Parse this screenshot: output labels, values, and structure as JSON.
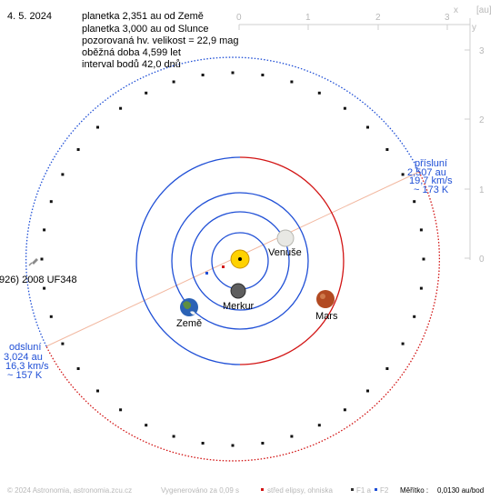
{
  "header": {
    "date": "4. 5. 2024",
    "lines": [
      "planetka 2,351 au od Země",
      "planetka 3,000 au od Slunce",
      "pozorovaná hv. velikost = 22,9 mag",
      "oběžná doba 4,599 let",
      "interval bodů 42,0 dnů"
    ]
  },
  "axes": {
    "top_ticks": [
      "0",
      "1",
      "2",
      "3"
    ],
    "top_x_label": "x",
    "unit": "[au]",
    "right_ticks": [
      "3",
      "2",
      "1",
      "0"
    ],
    "right_y_label": "y"
  },
  "planets": {
    "mercury": "Merkur",
    "venus": "Venuše",
    "earth": "Země",
    "mars": "Mars"
  },
  "asteroid": {
    "name": "926) 2008 UF348"
  },
  "perihelion": {
    "title": "přísluní",
    "dist": "2,507 au",
    "speed": "19,7 km/s",
    "temp": "~ 173 K"
  },
  "aphelion": {
    "title": "odsluní",
    "dist": "3,024 au",
    "speed": "16,3 km/s",
    "temp": "~ 157 K"
  },
  "footer": {
    "copyright": "© 2024 Astronomia, astronomia.zcu.cz",
    "generated": "Vygenerováno za 0,09 s",
    "center": "střed elipsy, ohniska",
    "f1": "F1 a",
    "f2": "F2",
    "scale_label": "Měřítko :",
    "scale_value": "0,0130 au/bod"
  },
  "colors": {
    "orbit_blue": "#1f4fd6",
    "orbit_red": "#d21414",
    "line_axis": "#f2b8a0",
    "sun": "#ffd200"
  }
}
